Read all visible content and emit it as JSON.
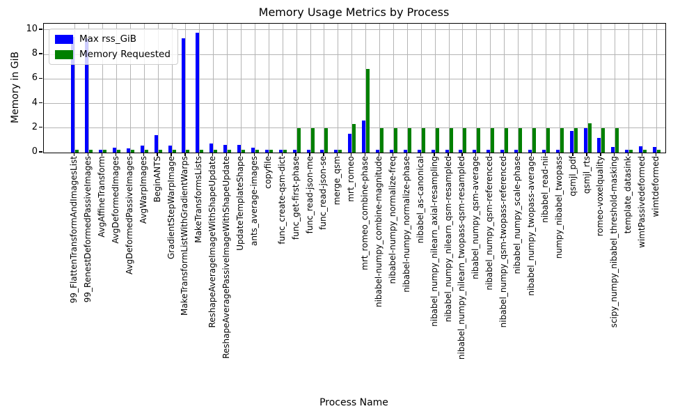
{
  "chart_data": {
    "type": "bar",
    "title": "Memory Usage Metrics by Process",
    "xlabel": "Process Name",
    "ylabel": "Memory in GiB",
    "ylim": [
      0,
      10.5
    ],
    "yticks": [
      0,
      2,
      4,
      6,
      8,
      10
    ],
    "grid": true,
    "legend_position": "upper left",
    "colors": {
      "max_rss": "#0000ff",
      "memory_requested": "#008000",
      "grid": "#b4b4b4",
      "axis": "#000000"
    },
    "categories": [
      "99_FlattenTransformAndImagesList",
      "99_RenestDeformedPassiveImages",
      "AvgAffineTransform",
      "AvgDeformedImages",
      "AvgDeformedPassiveImages",
      "AvgWarpImages",
      "BeginANTS",
      "GradientStepWarpImage",
      "MakeTransformListWithGradientWarps",
      "MakeTransformsLists",
      "ReshapeAverageImageWithShapeUpdate",
      "ReshapeAveragePassiveImageWithShapeUpdate",
      "UpdateTemplateShape",
      "ants_average-images",
      "copyfile",
      "func_create-qsm-dict",
      "func_get-first-phase",
      "func_read-json-me",
      "func_read-json-se",
      "merge_qsm",
      "mrt_romeo",
      "mrt_romeo_combine-phase",
      "nibabel-numpy_combine-magnitude",
      "nibabel-numpy_normalize-freq",
      "nibabel-numpy_normalize-phase",
      "nibabel_as-canonical",
      "nibabel_numpy_nilearn_axial-resampling",
      "nibabel_numpy_nilearn_qsm-resampled",
      "nibabel_numpy_nilearn_twopass-qsm-resampled",
      "nibabel_numpy_qsm-average",
      "nibabel_numpy_qsm-referenced",
      "nibabel_numpy_qsm-twopass-referenced",
      "nibabel_numpy_scale-phase",
      "nibabel_numpy_twopass-average",
      "nibabel_read-nii",
      "numpy_nibabel_twopass",
      "qsmjl_pdf",
      "qsmjl_rts",
      "romeo-voxelquality",
      "scipy_numpy_nibabel_threshold-masking",
      "template_datasink",
      "wimtPassivedeformed",
      "wimtdeformed"
    ],
    "series": [
      {
        "name": "Max rss_GiB",
        "color": "#0000ff",
        "values": [
          9.4,
          9.3,
          0.25,
          0.4,
          0.35,
          0.55,
          1.4,
          0.55,
          9.3,
          9.75,
          0.75,
          0.65,
          0.6,
          0.4,
          0.25,
          0.25,
          0.25,
          0.25,
          0.25,
          0.25,
          1.55,
          2.6,
          0.25,
          0.25,
          0.25,
          0.25,
          0.25,
          0.25,
          0.25,
          0.25,
          0.25,
          0.25,
          0.25,
          0.25,
          0.25,
          0.25,
          1.75,
          2.0,
          1.2,
          0.45,
          0.25,
          0.5,
          0.45
        ]
      },
      {
        "name": "Memory Requested",
        "color": "#008000",
        "values": [
          0.25,
          0.25,
          0.25,
          0.25,
          0.25,
          0.25,
          0.25,
          0.25,
          0.25,
          0.25,
          0.25,
          0.25,
          0.25,
          0.25,
          0.25,
          0.25,
          2.0,
          2.0,
          2.0,
          0.25,
          2.3,
          6.8,
          2.0,
          2.0,
          2.0,
          2.0,
          2.0,
          2.0,
          2.0,
          2.0,
          2.0,
          2.0,
          2.0,
          2.0,
          2.0,
          2.0,
          2.0,
          2.4,
          2.0,
          2.0,
          0.25,
          0.25,
          0.25
        ]
      }
    ]
  }
}
